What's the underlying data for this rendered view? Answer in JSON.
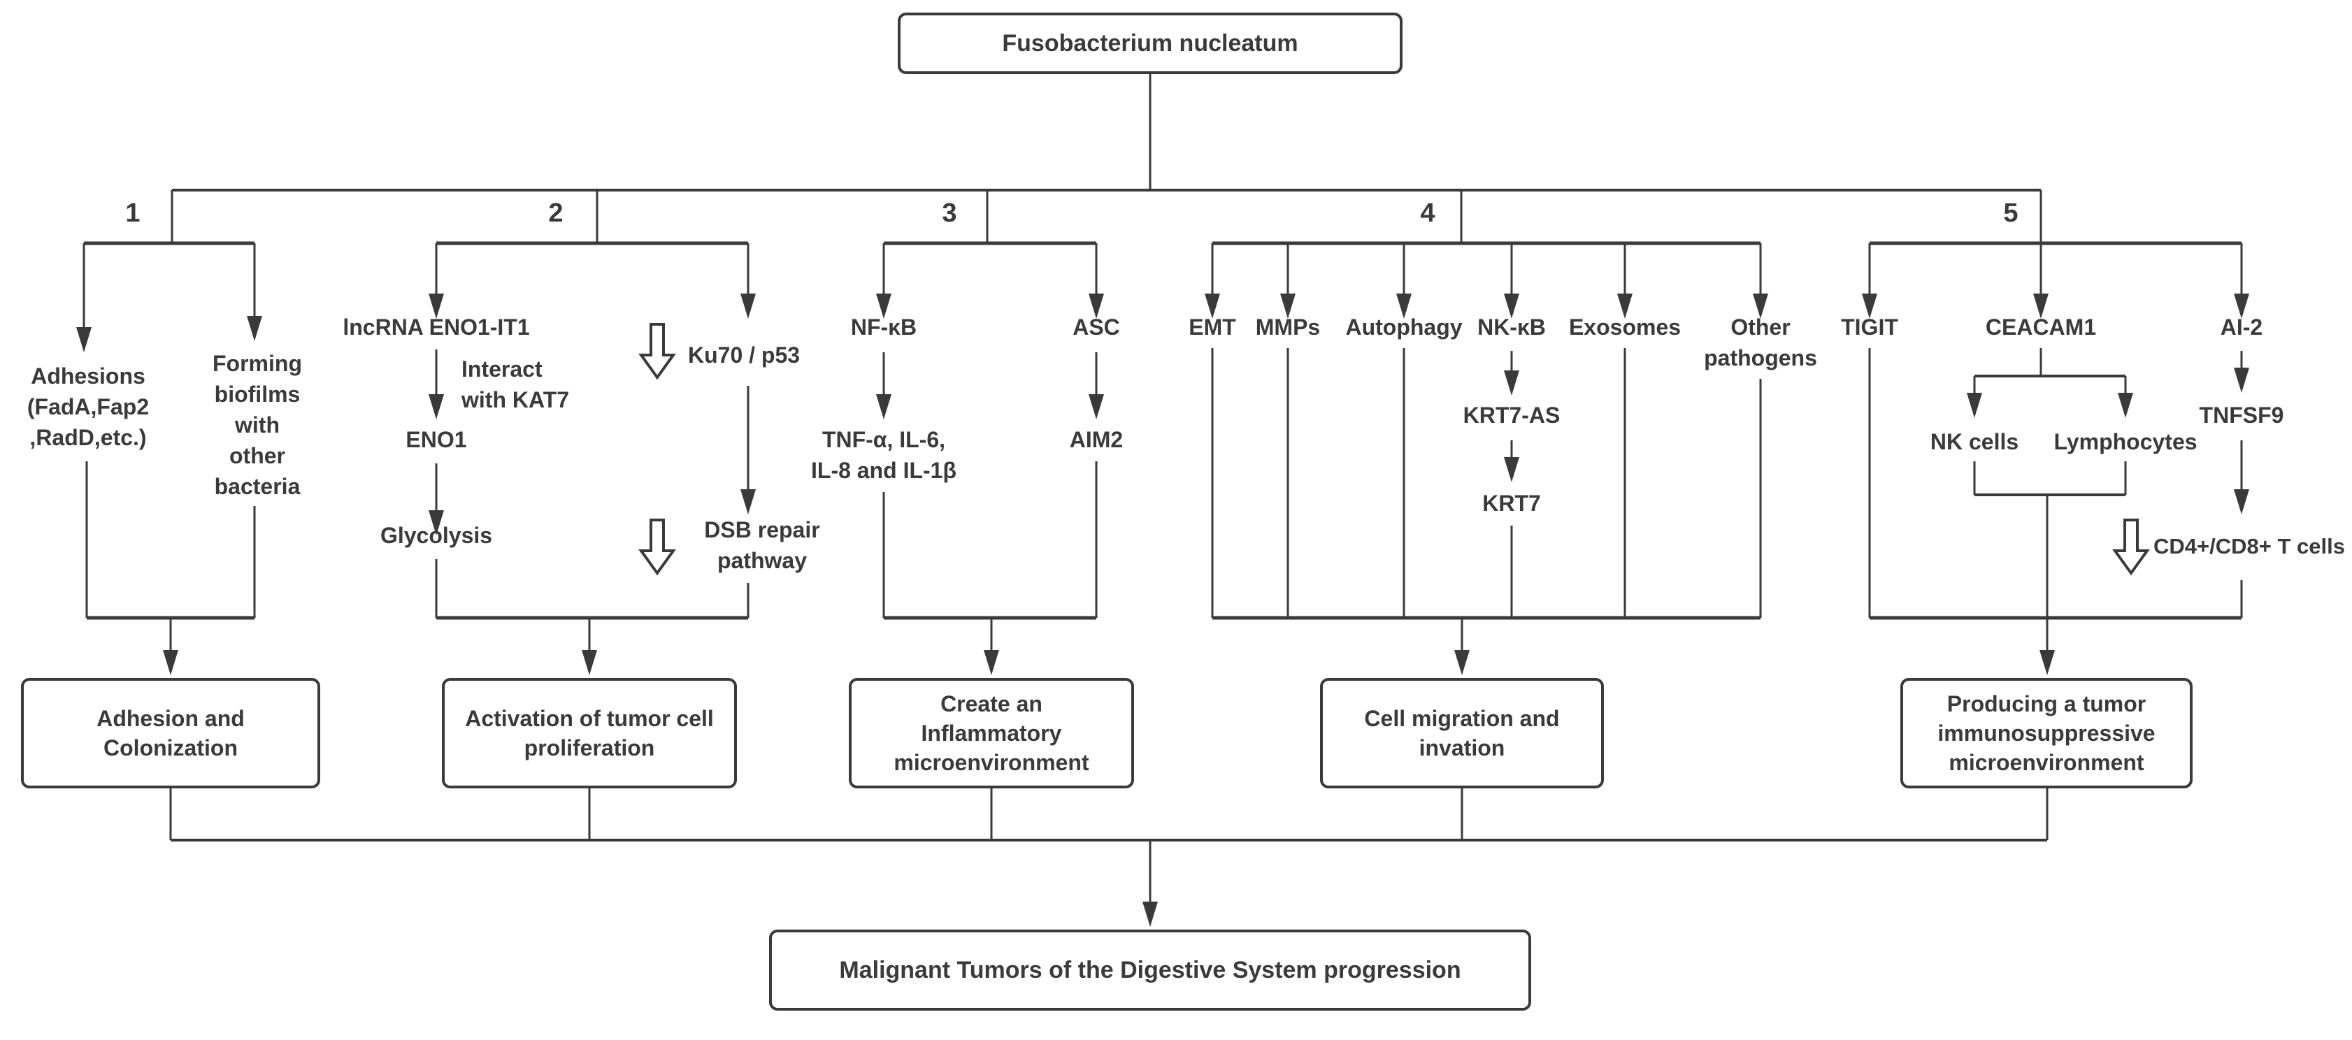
{
  "root_label": "Fusobacterium nucleatum",
  "branch_numbers": [
    "1",
    "2",
    "3",
    "4",
    "5"
  ],
  "branch1": {
    "adhesions": "Adhesions\n(FadA,Fap2\n,RadD,etc.)",
    "biofilms": "Forming\nbiofilms\nwith\nother\nbacteria"
  },
  "branch2": {
    "lncrna": "lncRNA ENO1-IT1",
    "interact": "Interact\nwith KAT7",
    "eno1": "ENO1",
    "glycolysis": "Glycolysis",
    "ku70": "Ku70 / p53",
    "dsb": "DSB repair\npathway"
  },
  "branch3": {
    "nfkb": "NF-κB",
    "cytokines": "TNF-α, IL-6,\nIL-8 and IL-1β",
    "asc": "ASC",
    "aim2": "AIM2"
  },
  "branch4": {
    "emt": "EMT",
    "mmps": "MMPs",
    "autophagy": "Autophagy",
    "nkkb": "NK-κB",
    "krt7as": "KRT7-AS",
    "krt7": "KRT7",
    "exosomes": "Exosomes",
    "other_pathogens": "Other\npathogens"
  },
  "branch5": {
    "tigit": "TIGIT",
    "ceacam1": "CEACAM1",
    "nk_cells": "NK cells",
    "lymphocytes": "Lymphocytes",
    "ai2": "AI-2",
    "tnfsf9": "TNFSF9",
    "cd4cd8": "CD4+/CD8+ T cells"
  },
  "outcomes": [
    "Adhesion and\nColonization",
    "Activation of tumor cell\nproliferation",
    "Create an\nInflammatory\nmicroenvironment",
    "Cell migration and\ninvation",
    "Producing a tumor\nimmunosuppressive\nmicroenvironment"
  ],
  "final_label": "Malignant Tumors of the Digestive System progression",
  "colors": {
    "line": "#3a3a3a",
    "background": "#ffffff"
  }
}
